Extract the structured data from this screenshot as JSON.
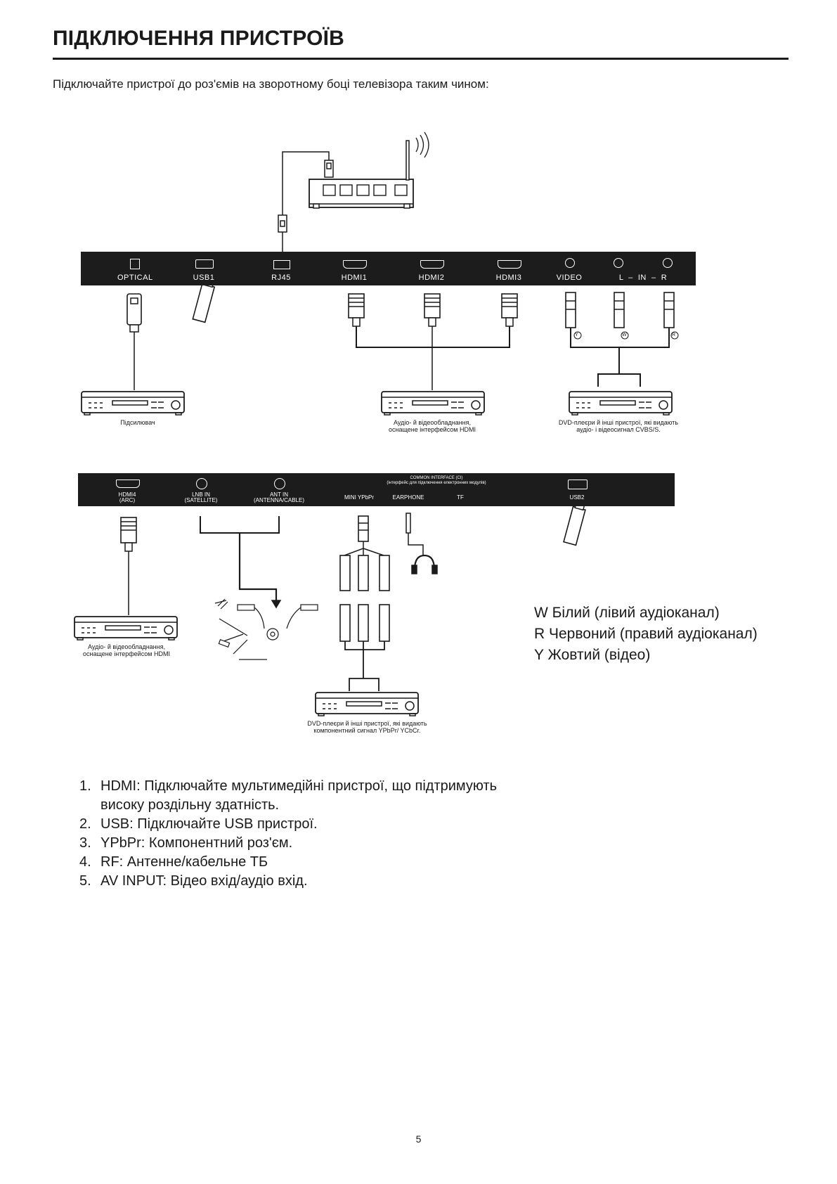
{
  "page": {
    "title": "ПІДКЛЮЧЕННЯ ПРИСТРОЇВ",
    "intro": "Підключайте пристрої до роз'ємів на зворотному боці телевізора таким чином:",
    "page_number": "5"
  },
  "panel_top": {
    "ports": [
      {
        "label": "OPTICAL",
        "icon": "optical-port-icon"
      },
      {
        "label": "USB1",
        "icon": "usb-port-icon"
      },
      {
        "label": "RJ45",
        "icon": "rj45-port-icon"
      },
      {
        "label": "HDMI1",
        "icon": "hdmi-port-icon"
      },
      {
        "label": "HDMI2",
        "icon": "hdmi-port-icon"
      },
      {
        "label": "HDMI3",
        "icon": "hdmi-port-icon"
      },
      {
        "label": "VIDEO",
        "icon": "rca-port-icon"
      },
      {
        "label": "L  –  IN  –  R",
        "icon": "rca-port-icon"
      }
    ]
  },
  "panel_bottom": {
    "ports": [
      {
        "label": "HDMI4",
        "sub": "(ARC)"
      },
      {
        "label": "LNB IN",
        "sub": "(SATELLITE)"
      },
      {
        "label": "ANT IN",
        "sub": "(ANTENNA/CABLE)"
      },
      {
        "label": "MINI  YPbPr"
      },
      {
        "label": "EARPHONE"
      },
      {
        "label": "TF"
      },
      {
        "label": "USB2"
      }
    ],
    "ci_label": "COMMON INTERFACE (CI)",
    "ci_sub": "(інтерфейс для підключення електронних модулів)"
  },
  "devices": {
    "amplifier": "Підсилювач",
    "hdmi_av_1": "Аудіо- й відеообладнання, оснащене інтерфейсом HDMI",
    "dvd_cvbs": "DVD-плеєри й інші пристрої, які видають аудіо- і відеосигнал CVBS/S.",
    "hdmi_av_2": "Аудіо- й відеообладнання, оснащене інтерфейсом HDMI",
    "dvd_ypbpr": "DVD-плеєри й інші пристрої, які видають компонентний сигнал YPbPr/ YCbCr."
  },
  "cable_marks": {
    "y": "Y",
    "w": "W",
    "r": "R"
  },
  "legend": [
    "W Білий (лівий аудіоканал)",
    "R Червоний (правий аудіоканал)",
    "Y Жовтий (відео)"
  ],
  "notes": [
    {
      "num": "1.",
      "text": "HDMI: Підключайте мультимедійні пристрої, що підтримують",
      "text2": "високу роздільну здатність."
    },
    {
      "num": "2.",
      "text": "USB: Підключайте USB пристрої."
    },
    {
      "num": "3.",
      "text": "YPbPr: Компонентний роз'єм."
    },
    {
      "num": "4.",
      "text": "RF: Антенне/кабельне ТБ"
    },
    {
      "num": "5.",
      "text": "AV INPUT: Відео вхід/аудіо вхід."
    }
  ]
}
